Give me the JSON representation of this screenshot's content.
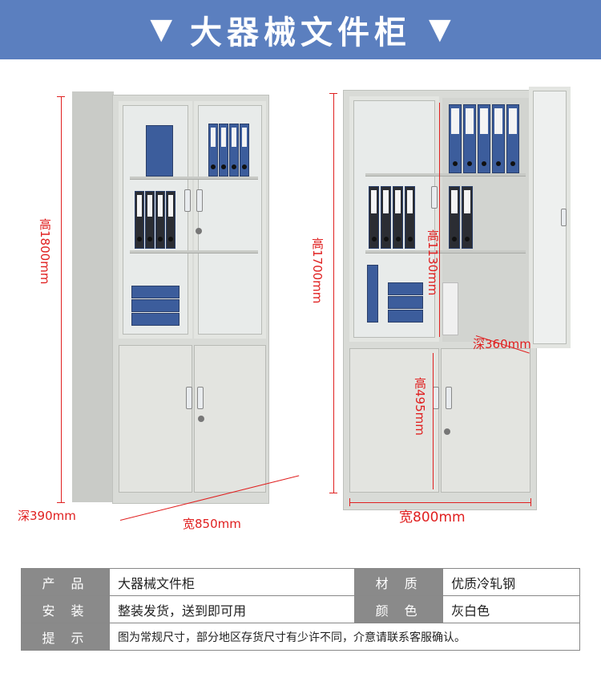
{
  "banner": {
    "arrow_left": "▼",
    "title": "大器械文件柜",
    "arrow_right": "▼"
  },
  "left_cabinet": {
    "height_label": "高1800mm",
    "depth_label": "深390mm",
    "width_label": "宽850mm"
  },
  "right_cabinet": {
    "height_label": "高1700mm",
    "upper_height_label": "高1130mm",
    "depth_label": "深360mm",
    "lower_height_label": "高495mm",
    "width_label": "宽800mm"
  },
  "spec_table": {
    "rows": [
      {
        "k1": "产品",
        "v1": "大器械文件柜",
        "k2": "材质",
        "v2": "优质冷轧钢"
      },
      {
        "k1": "安装",
        "v1": "整装发货，送到即可用",
        "k2": "颜色",
        "v2": "灰白色"
      },
      {
        "k1": "提示",
        "note": "图为常规尺寸，部分地区存货尺寸有少许不同，介意请联系客服确认。"
      }
    ]
  },
  "colors": {
    "banner": "#5b7fbf",
    "dimension": "#e02020",
    "cabinet": "#d9dbd7",
    "binder_blue": "#3c5d9c",
    "table_key": "#8a8a8a"
  }
}
